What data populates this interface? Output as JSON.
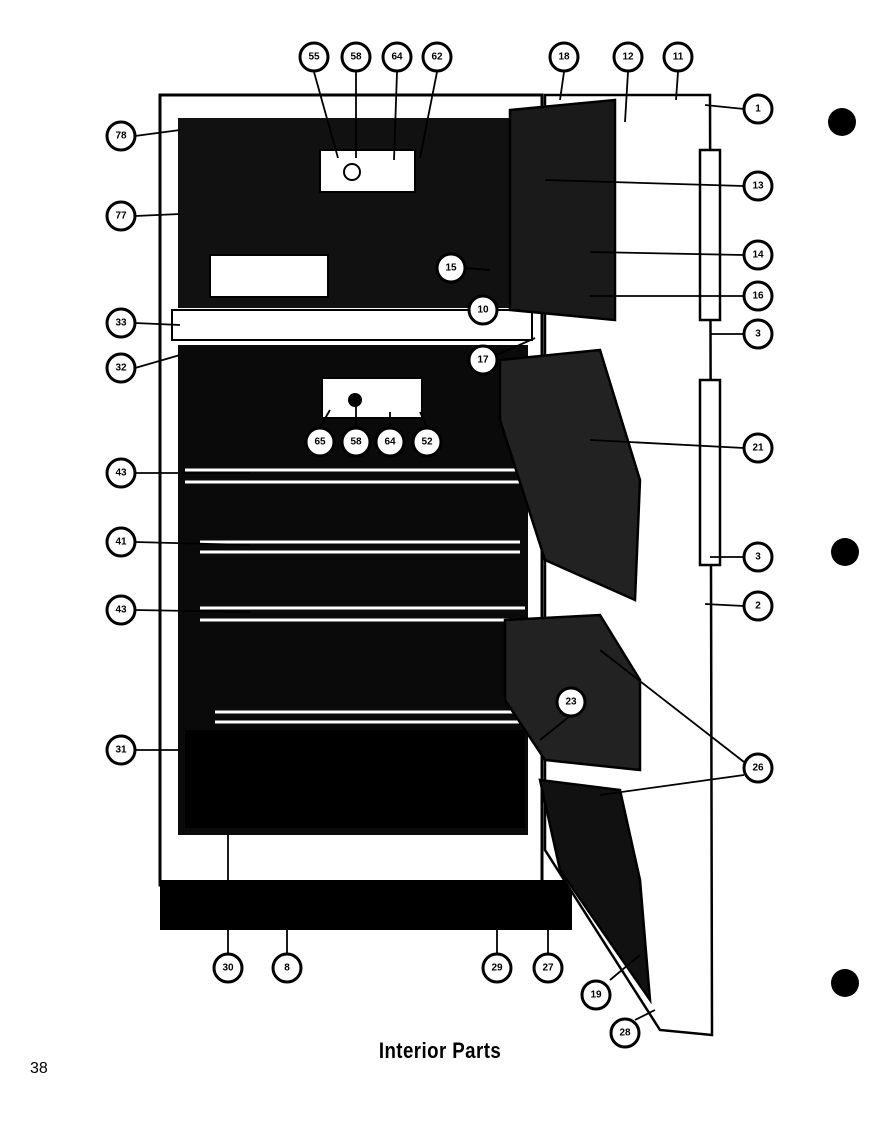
{
  "page": {
    "title": "Interior Parts",
    "page_number": "38"
  },
  "callouts": {
    "c55": "55",
    "c58": "58",
    "c64": "64",
    "c62": "62",
    "c18": "18",
    "c12": "12",
    "c11": "11",
    "c1": "1",
    "c78": "78",
    "c77": "77",
    "c13": "13",
    "c14": "14",
    "c15": "15",
    "c16": "16",
    "c10": "10",
    "c3a": "3",
    "c33": "33",
    "c17": "17",
    "c32": "32",
    "c21": "21",
    "c65": "65",
    "c58b": "58",
    "c64b": "64",
    "c52": "52",
    "c43a": "43",
    "c41": "41",
    "c3b": "3",
    "c2": "2",
    "c43b": "43",
    "c23": "23",
    "c26": "26",
    "c31": "31",
    "c30": "30",
    "c8": "8",
    "c29": "29",
    "c27": "27",
    "c19": "19",
    "c28": "28"
  },
  "colors": {
    "ink": "#000000",
    "paper": "#ffffff"
  }
}
